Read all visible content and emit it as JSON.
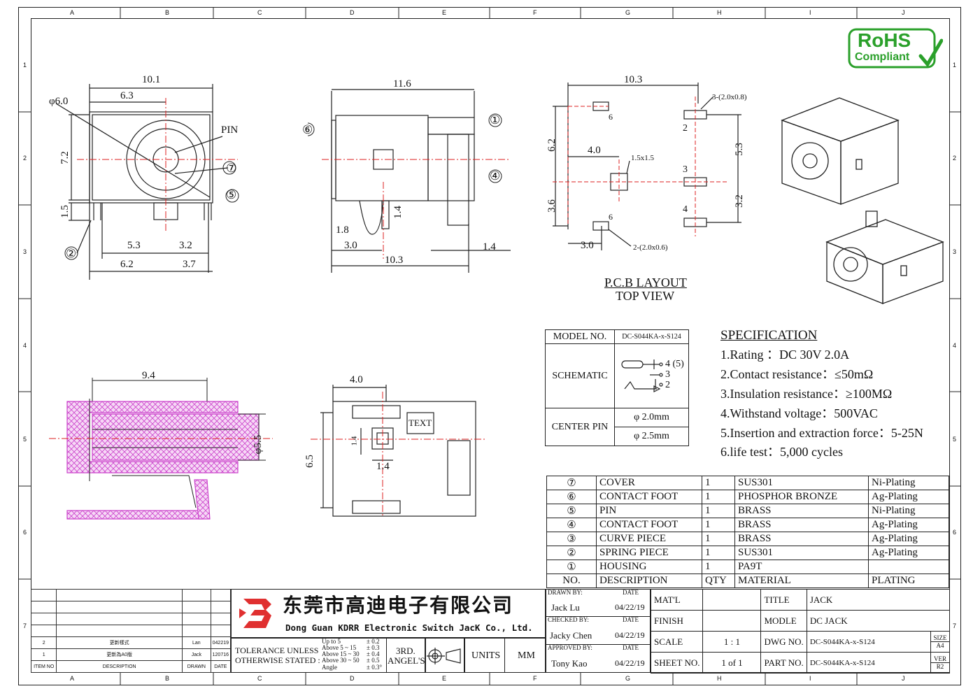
{
  "frame": {
    "cols": [
      "A",
      "B",
      "C",
      "D",
      "E",
      "F",
      "G",
      "H",
      "I",
      "J"
    ],
    "rows": [
      "1",
      "2",
      "3",
      "4",
      "5",
      "6",
      "7"
    ]
  },
  "rohs": {
    "line1": "RoHS",
    "line2": "Compliant"
  },
  "front_view": {
    "dims": [
      "10.1",
      "6.3",
      "φ6.0",
      "7.2",
      "1.5",
      "PIN",
      "5.3",
      "3.2",
      "6.2",
      "3.7"
    ],
    "balloons": [
      "⑦",
      "⑤",
      "②"
    ]
  },
  "side_view": {
    "dims": [
      "11.6",
      "1.8",
      "3.0",
      "1.4",
      "10.3",
      "1.4"
    ],
    "balloons": [
      "⑥",
      "①",
      "④"
    ]
  },
  "pcb": {
    "dims": [
      "10.3",
      "3-(2.0x0.8)",
      "6.2",
      "4.0",
      "1.5x1.5",
      "5.3",
      "3.6",
      "3.2",
      "3.0",
      "2-(2.0x0.6)"
    ],
    "pins": [
      "6",
      "2",
      "3",
      "4",
      "6"
    ],
    "title1": "P.C.B LAYOUT",
    "title2": "TOP VIEW"
  },
  "section_view": {
    "dims": [
      "9.4",
      "φ5.5"
    ]
  },
  "bottom_view": {
    "dims": [
      "4.0",
      "6.5",
      "1.4",
      "1.4"
    ],
    "text_box": "TEXT"
  },
  "model_table": {
    "model_label": "MODEL NO.",
    "model_value": "DC-S044KA-x-S124",
    "schematic_label": "SCHEMATIC",
    "schematic_pins": [
      "4 (5)",
      "3",
      "2"
    ],
    "center_pin_label": "CENTER PIN",
    "center_pin_values": [
      "φ 2.0mm",
      "φ 2.5mm"
    ]
  },
  "spec": {
    "title": "SPECIFICATION",
    "items": [
      "1.Rating ：DC 30V 2.0A",
      "2.Contact resistance：≤50mΩ",
      "3.Insulation resistance：≥100MΩ",
      "4.Withstand voltage：500VAC",
      "5.Insertion and extraction force：5-25N",
      "6.life test：5,000 cycles"
    ]
  },
  "bom": {
    "rows": [
      {
        "no": "⑦",
        "desc": "COVER",
        "qty": "1",
        "mat": "SUS301",
        "plating": "Ni-Plating"
      },
      {
        "no": "⑥",
        "desc": "CONTACT FOOT",
        "qty": "1",
        "mat": "PHOSPHOR BRONZE",
        "plating": "Ag-Plating"
      },
      {
        "no": "⑤",
        "desc": "PIN",
        "qty": "1",
        "mat": "BRASS",
        "plating": "Ni-Plating"
      },
      {
        "no": "④",
        "desc": "CONTACT FOOT",
        "qty": "1",
        "mat": "BRASS",
        "plating": "Ag-Plating"
      },
      {
        "no": "③",
        "desc": "CURVE PIECE",
        "qty": "1",
        "mat": "BRASS",
        "plating": "Ag-Plating"
      },
      {
        "no": "②",
        "desc": "SPRING PIECE",
        "qty": "1",
        "mat": "SUS301",
        "plating": "Ag-Plating"
      },
      {
        "no": "①",
        "desc": "HOUSING",
        "qty": "1",
        "mat": "PA9T",
        "plating": ""
      }
    ],
    "header": {
      "no": "NO.",
      "desc": "DESCRIPTION",
      "qty": "QTY",
      "mat": "MATERIAL",
      "plating": "PLATING"
    }
  },
  "title_block": {
    "company_cn": "东莞市高迪电子有限公司",
    "company_en": "Dong Guan KDRR  Electronic Switch JacK Co., Ltd.",
    "drawn_by_label": "DRAWN BY:",
    "drawn_by": "Jack  Lu",
    "checked_by_label": "CHECKED BY:",
    "checked_by": "Jacky Chen",
    "approved_by_label": "APPROVED BY:",
    "approved_by": "Tony Kao",
    "date_label": "DATE",
    "date": "04/22/19",
    "matl_label": "MAT'L",
    "matl": "",
    "finish_label": "FINISH",
    "finish": "",
    "scale_label": "SCALE",
    "scale": "1 : 1",
    "sheet_label": "SHEET NO.",
    "sheet": "1 of 1",
    "title_label": "TITLE",
    "title": "JACK",
    "model_label": "MODLE",
    "model": "DC JACK",
    "dwg_label": "DWG NO.",
    "dwg": "DC-S044KA-x-S124",
    "part_label": "PART NO.",
    "part": "DC-S044KA-x-S124",
    "size_label": "SIZE",
    "size": "A4",
    "ver_label": "VER",
    "ver": "R2",
    "tol1": "TOLERANCE UNLESS",
    "tol2": "OTHERWISE STATED :",
    "tol_ranges": [
      "Up to 5",
      "Above 5  ~ 15",
      "Above 15 ~ 30",
      "Above 30 ~ 50",
      "Angle"
    ],
    "tol_values": [
      "± 0.2",
      "± 0.3",
      "± 0.4",
      "± 0.5",
      "± 0.3°"
    ],
    "angle1": "3RD.",
    "angle2": "ANGEL'S",
    "units_label": "UNITS",
    "units": "MM"
  },
  "revisions": {
    "rows": [
      {
        "item": "2",
        "desc": "更新樣式",
        "by": "Lan",
        "date": "042219"
      },
      {
        "item": "1",
        "desc": "更新為A0版",
        "by": "Jack",
        "date": "120716"
      }
    ],
    "header": {
      "item": "ITEM NO",
      "desc": "DESCRIPTION",
      "by": "DRAWN",
      "date": "DATE"
    }
  },
  "colors": {
    "hatch": "#cc44cc",
    "centerline": "#d22",
    "rohs": "#2aa02a",
    "logo": "#e03030"
  }
}
